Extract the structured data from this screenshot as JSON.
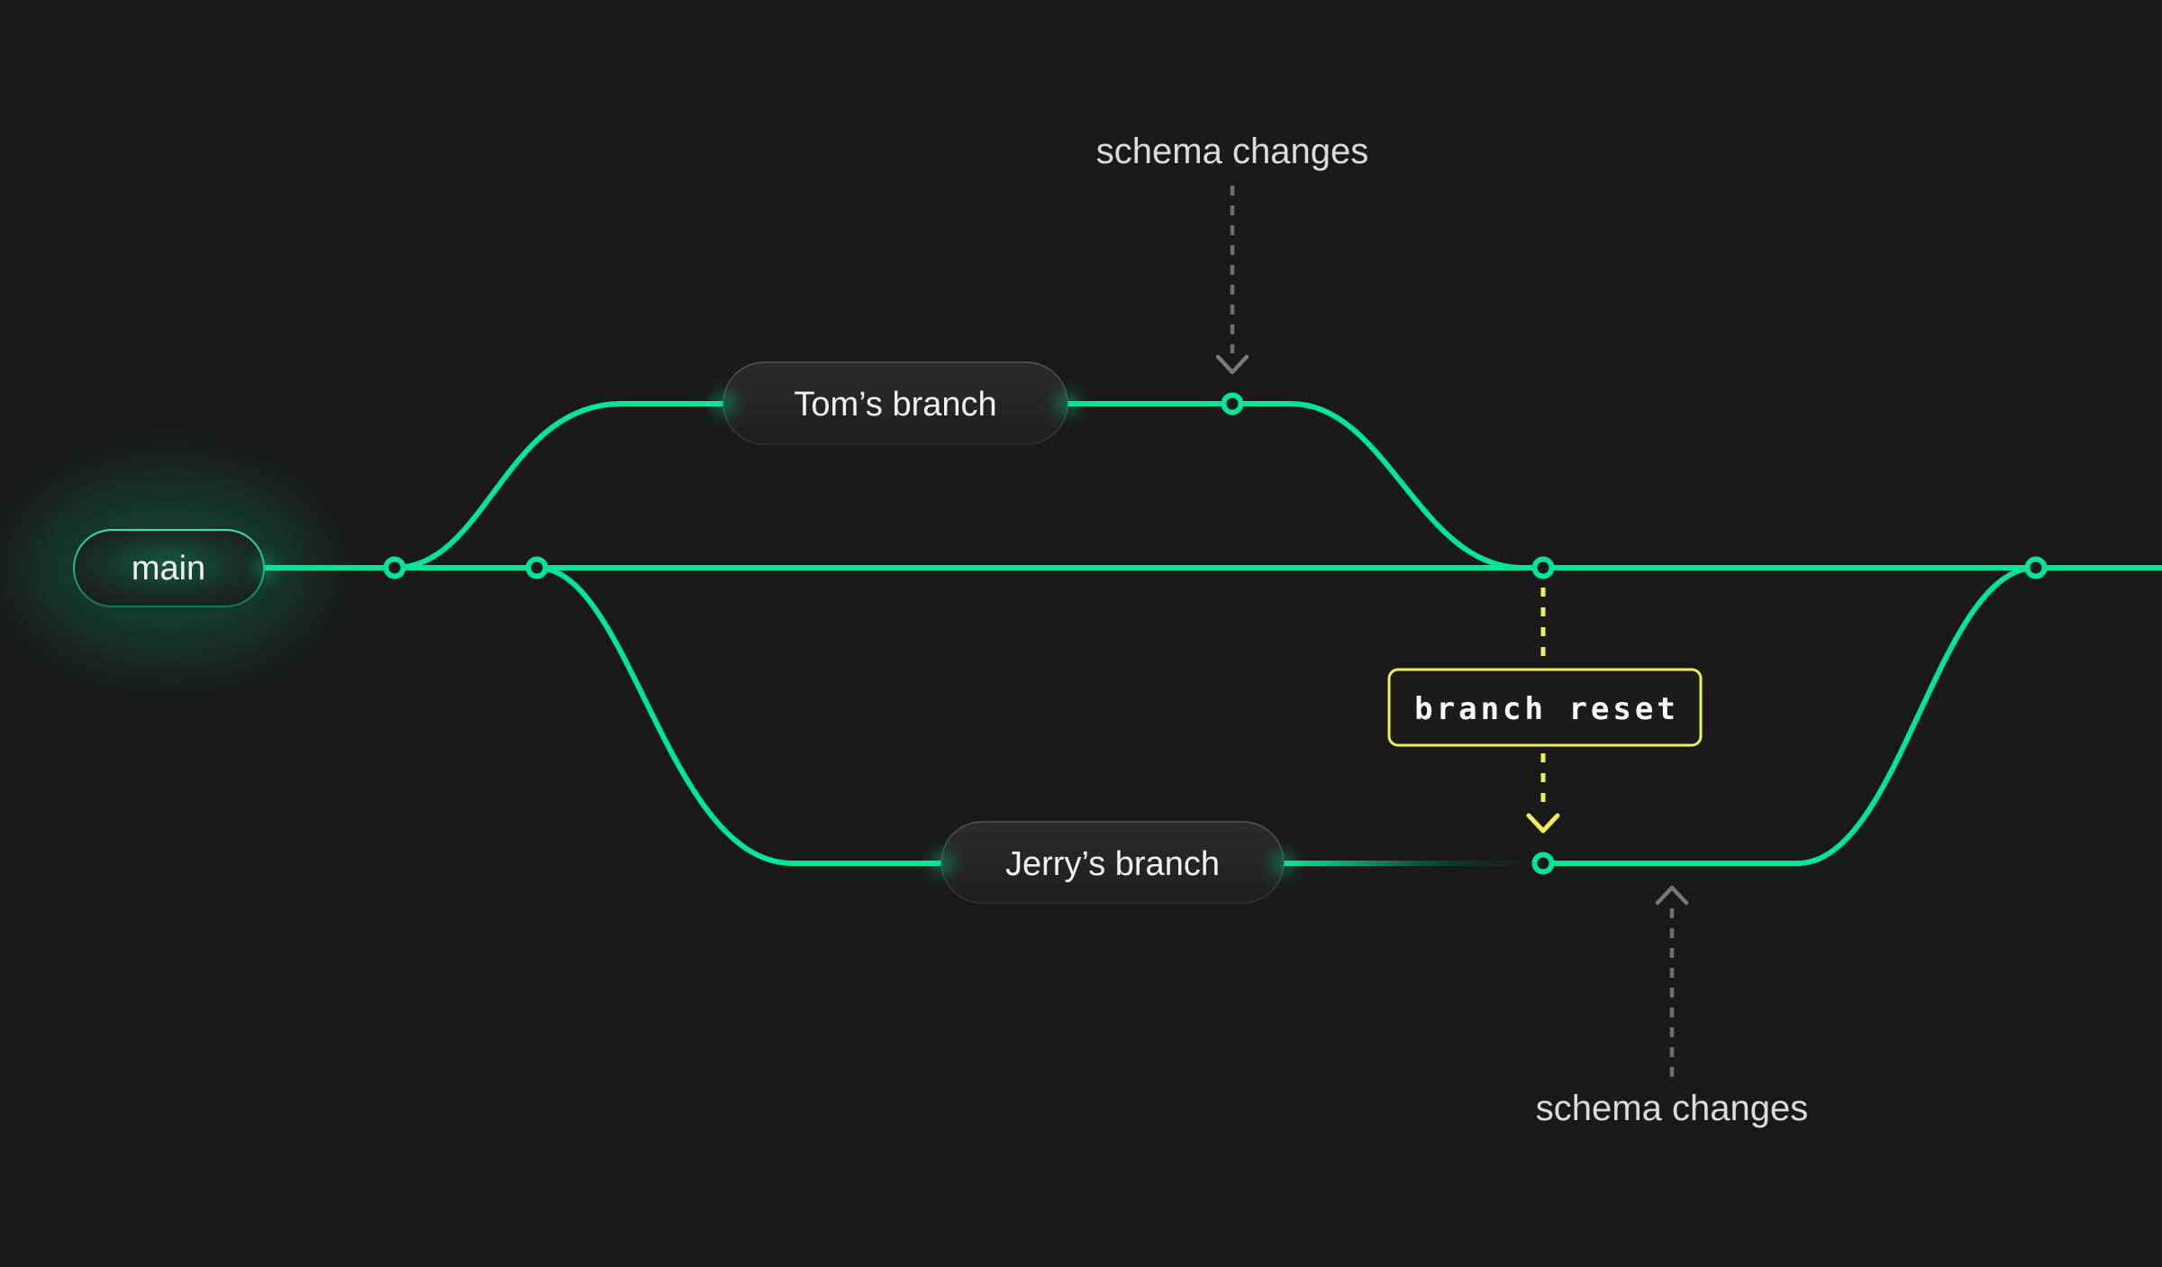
{
  "diagram": {
    "background": "#191919",
    "colors": {
      "branch_green": "#00e599",
      "reset_yellow": "#f0ef54",
      "arrow_gray": "#6e6e6e",
      "label_text": "#f2f2f2"
    },
    "branches": {
      "main": {
        "label": "main"
      },
      "tom": {
        "label": "Tom’s branch"
      },
      "jerry": {
        "label": "Jerry’s branch"
      }
    },
    "annotations": {
      "schema_changes_top": {
        "label": "schema changes"
      },
      "schema_changes_bottom": {
        "label": "schema changes"
      },
      "branch_reset": {
        "label": "branch reset"
      }
    },
    "nodes": {
      "count": "6"
    }
  }
}
